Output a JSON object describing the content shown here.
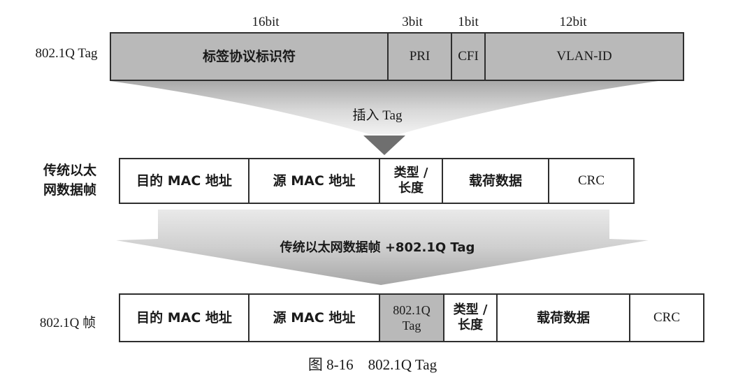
{
  "tag_fields": {
    "row_label": "802.1Q Tag",
    "bits": [
      "16bit",
      "3bit",
      "1bit",
      "12bit"
    ],
    "cells": [
      "标签协议标识符",
      "PRI",
      "CFI",
      "VLAN-ID"
    ]
  },
  "insert_arrow_label": "插入 Tag",
  "legacy_frame": {
    "row_label_line1": "传统以太",
    "row_label_line2": "网数据帧",
    "cells": [
      "目的 MAC 地址",
      "源 MAC 地址",
      "类型 /",
      "长度",
      "载荷数据",
      "CRC"
    ]
  },
  "merge_arrow_label": "传统以太网数据帧 +802.1Q Tag",
  "q_frame": {
    "row_label": "802.1Q 帧",
    "cells": [
      "目的 MAC 地址",
      "源 MAC 地址",
      "802.1Q",
      "Tag",
      "类型 /",
      "长度",
      "载荷数据",
      "CRC"
    ]
  },
  "caption": "图 8-16    802.1Q Tag",
  "colors": {
    "field_gray": "#b9b9b9",
    "arrow_dark": "#6f6f6f",
    "border": "#2e2e2e"
  }
}
